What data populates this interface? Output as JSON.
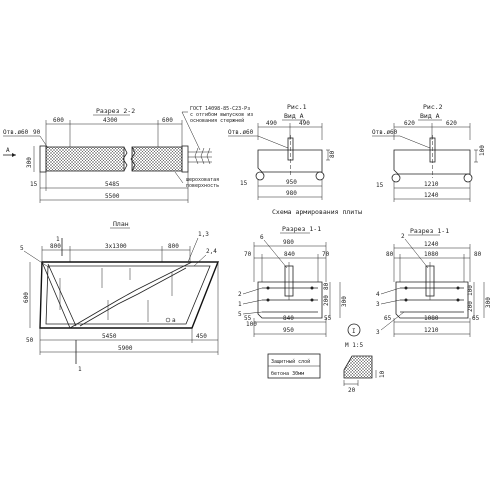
{
  "section22": {
    "title": "Разрез 2-2",
    "opening": "Отв.ø60",
    "gost": [
      "ГОСТ 14098-85-С23-Рз",
      "с отгибом выпусков из",
      "основания стержней"
    ],
    "rough_surface": [
      "шероховатая",
      "поверхность"
    ],
    "arrow_label": "А",
    "dims": {
      "d600a": "600",
      "d4300": "4300",
      "d600b": "600",
      "d90": "90",
      "d300": "300",
      "d15": "15",
      "d5485": "5485",
      "d5500": "5500"
    }
  },
  "fig1": {
    "title": "Рис.1",
    "view": "Вид А",
    "opening": "Отв.ø60",
    "dims": {
      "d490a": "490",
      "d490b": "490",
      "d80": "80",
      "d15": "15",
      "d950": "950",
      "d980": "980"
    }
  },
  "fig2": {
    "title": "Рис.2",
    "view": "Вид А",
    "opening": "Отв.ø60",
    "dims": {
      "d620a": "620",
      "d620b": "620",
      "d100": "100",
      "d15": "15",
      "d1210": "1210",
      "d1240": "1240"
    }
  },
  "plan": {
    "title": "План",
    "scheme_title": "Схема армирования плиты",
    "leaders": {
      "l5": "5",
      "l13": "1,3",
      "l24": "2,4",
      "sec1a": "1",
      "sec1b": "1",
      "a": "а"
    },
    "dims": {
      "d800a": "800",
      "d3x1300": "3х1300",
      "d800b": "800",
      "d600": "600",
      "d50": "50",
      "d5450": "5450",
      "d450": "450",
      "d5900": "5900"
    }
  },
  "section11a": {
    "title": "Разрез 1-1",
    "leaders": {
      "l6": "6",
      "l2": "2",
      "l1": "1",
      "l5": "5"
    },
    "dims": {
      "d980": "980",
      "d70a": "70",
      "d840": "840",
      "d70b": "70",
      "d80": "80",
      "d200": "200",
      "d300": "300",
      "d100": "100",
      "d55a": "55",
      "d840b": "840",
      "d55b": "55",
      "d950": "950"
    }
  },
  "section11b": {
    "title": "Разрез 1-1",
    "leaders": {
      "l2": "2",
      "l4": "4",
      "l3": "3"
    },
    "dims": {
      "d1240": "1240",
      "d80a": "80",
      "d1080": "1080",
      "d80b": "80",
      "d100": "100",
      "d200": "200",
      "d300": "300",
      "d65a": "65",
      "d1080b": "1080",
      "d65b": "65",
      "d1210": "1210"
    }
  },
  "detail": {
    "marker": "I",
    "scale": "М 1:5",
    "cover": [
      "Защитный слой",
      "бетона 30мм"
    ],
    "d20": "20",
    "d10": "10"
  }
}
